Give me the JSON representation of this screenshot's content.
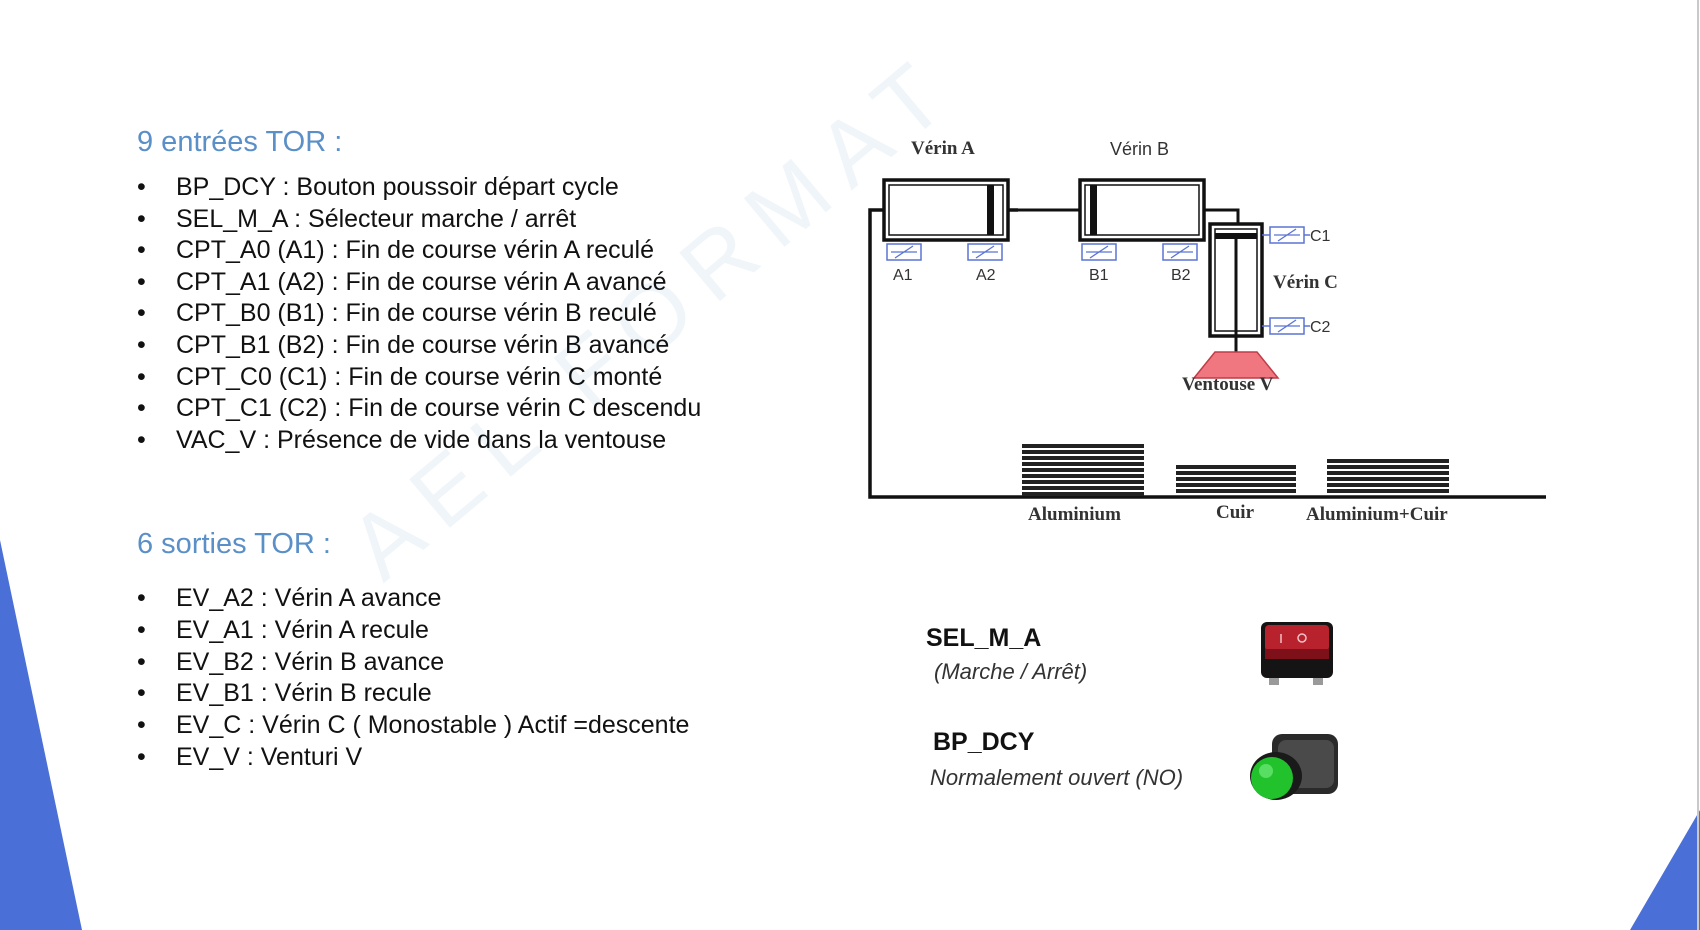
{
  "inputs": {
    "heading": "9 entrées TOR :",
    "items": [
      "BP_DCY : Bouton poussoir départ cycle",
      "SEL_M_A : Sélecteur marche / arrêt",
      "CPT_A0 (A1) : Fin de course vérin A reculé",
      "CPT_A1 (A2) : Fin de course vérin A avancé",
      "CPT_B0 (B1) : Fin de course vérin B reculé",
      "CPT_B1 (B2) : Fin de course vérin B avancé",
      "CPT_C0 (C1) : Fin de course vérin C monté",
      "CPT_C1 (C2) : Fin de course vérin C descendu",
      "VAC_V : Présence de vide dans la ventouse"
    ]
  },
  "outputs": {
    "heading": "6 sorties TOR :",
    "items": [
      "EV_A2 : Vérin A avance",
      "EV_A1 : Vérin A recule",
      "EV_B2 : Vérin B avance",
      "EV_B1 : Vérin B recule",
      "EV_C : Vérin C ( Monostable ) Actif =descente",
      "EV_V : Venturi V"
    ]
  },
  "bullet_symbol": "•",
  "watermark": "AEL  FORMAT",
  "diagram": {
    "cylinder_a_label": "Vérin A",
    "cylinder_b_label": "Vérin B",
    "cylinder_c_label": "Vérin C",
    "suction_label": "Ventouse V",
    "sensors": {
      "a1": "A1",
      "a2": "A2",
      "b1": "B1",
      "b2": "B2",
      "c1": "C1",
      "c2": "C2"
    },
    "stacks": {
      "aluminium": "Aluminium",
      "cuir": "Cuir",
      "mixed": "Aluminium+Cuir"
    },
    "suction_color": "#f0777f"
  },
  "controls": {
    "selector": {
      "title": "SEL_M_A",
      "subtitle": "(Marche / Arrêt)",
      "icon": "rocker-switch-icon",
      "color": "#b8222c"
    },
    "button": {
      "title": "BP_DCY",
      "subtitle": "Normalement ouvert (NO)",
      "icon": "push-button-icon",
      "color": "#22c22c"
    }
  },
  "theme": {
    "heading_color": "#5b8fc7",
    "accent_color": "#4a6fd6"
  }
}
